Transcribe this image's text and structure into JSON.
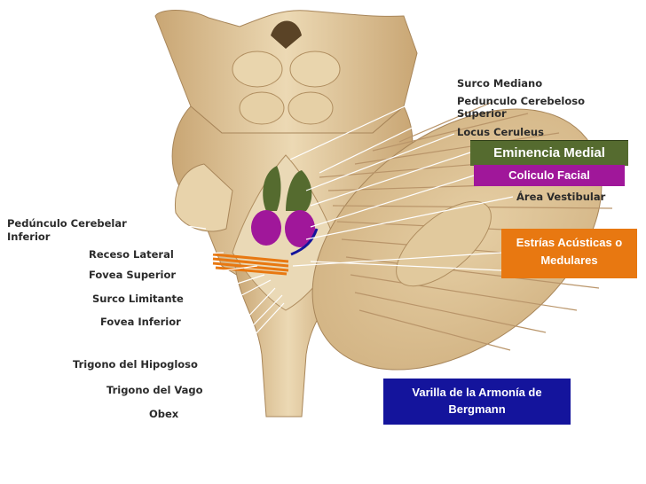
{
  "labels": {
    "surco_mediano": "Surco Mediano",
    "pedunculo_superior_1": "Pedunculo Cerebeloso",
    "pedunculo_superior_2": "Superior",
    "locus_ceruleus": "Locus Ceruleus",
    "area_vestibular": "Área Vestibular",
    "pedunculo_inferior_1": "Pedúnculo Cerebelar",
    "pedunculo_inferior_2": "Inferior",
    "receso_lateral": "Receso Lateral",
    "fovea_superior": "Fovea Superior",
    "surco_limitante": "Surco Limitante",
    "fovea_inferior": "Fovea Inferior",
    "trigono_hipogloso": "Trigono del Hipogloso",
    "trigono_vago": "Trigono del Vago",
    "obex": "Obex"
  },
  "boxes": {
    "eminencia_medial": "Eminencia Medial",
    "coliculo_facial": "Coliculo Facial",
    "estrias_1": "Estrías Acústicas o",
    "estrias_2": "Medulares",
    "varilla_1": "Varilla de la Armonía de",
    "varilla_2": "Bergmann"
  },
  "colors": {
    "eminencia_medial": "#556b2f",
    "coliculo_facial": "#a0179a",
    "estrias": "#e87811",
    "varilla": "#14149c",
    "tissue": "#dcc398"
  }
}
